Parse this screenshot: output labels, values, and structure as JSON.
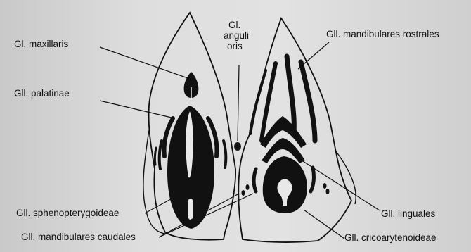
{
  "figure": {
    "labels": {
      "maxillaris": "Gl. maxillaris",
      "anguli_line1": "Gl.",
      "anguli_line2": "anguli",
      "anguli_line3": "oris",
      "mand_rostrales": "Gll. mandibulares rostrales",
      "palatinae": "Gll. palatinae",
      "spheno": "Gll. sphenopterygoideae",
      "linguales": "Gll. linguales",
      "mand_caudales": "Gll. mandibulares caudales",
      "crico": "Gll. cricoarytenoideae"
    }
  }
}
